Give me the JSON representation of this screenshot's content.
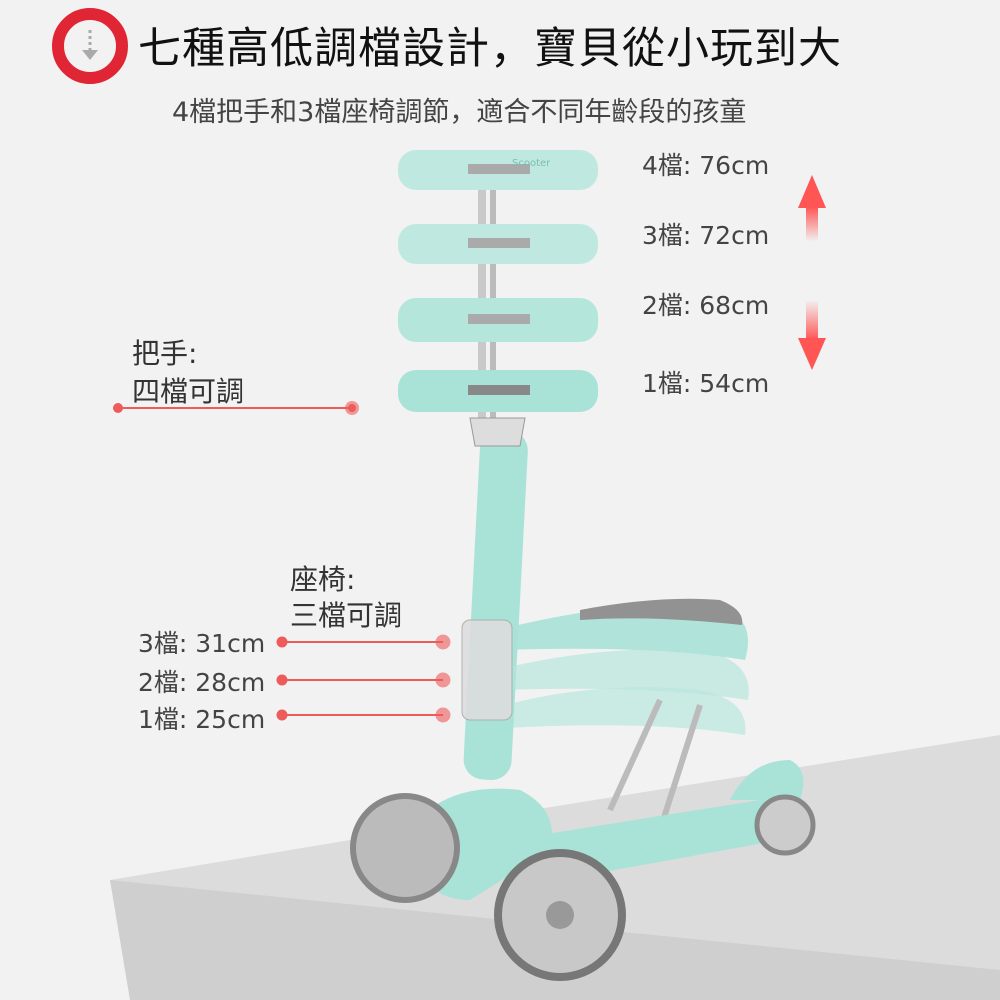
{
  "header": {
    "title": "七種高低調檔設計，寶貝從小玩到大",
    "subtitle": "4檔把手和3檔座椅調節，適合不同年齡段的孩童",
    "icon": "scroll-down-icon"
  },
  "handlebar": {
    "label_line1": "把手:",
    "label_line2": "四檔可調",
    "levels": [
      "4檔: 76cm",
      "3檔: 72cm",
      "2檔: 68cm",
      "1檔: 54cm"
    ],
    "grip_text": "Scooter"
  },
  "seat": {
    "label_line1": "座椅:",
    "label_line2": "三檔可調",
    "levels": [
      "3檔: 31cm",
      "2檔: 28cm",
      "1檔: 25cm"
    ]
  },
  "colors": {
    "accent": "#e02535",
    "marker": "#ee5b5b",
    "scooter": "#a9e3d8"
  }
}
